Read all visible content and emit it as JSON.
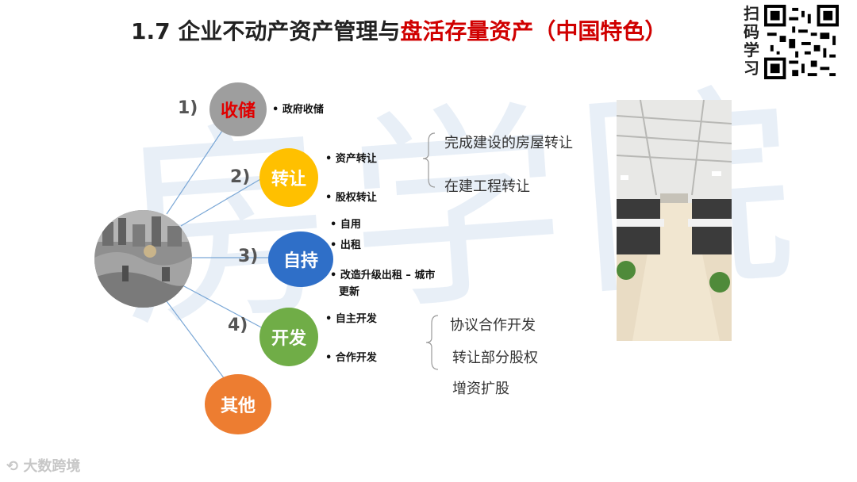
{
  "title": {
    "main": "1.7 企业不动产资产管理与",
    "highlight": "盘活存量资产（中国特色）"
  },
  "qr_label": [
    "扫",
    "码",
    "学",
    "习"
  ],
  "watermark": "房学院",
  "nodes": [
    {
      "id": "storage",
      "num": "1)",
      "label": "收储",
      "color": "#9e9e9e",
      "label_color": "#e00000"
    },
    {
      "id": "transfer",
      "num": "2)",
      "label": "转让",
      "color": "#ffc000",
      "label_color": "#ffffff"
    },
    {
      "id": "hold",
      "num": "3)",
      "label": "自持",
      "color": "#2f6fc8",
      "label_color": "#ffffff"
    },
    {
      "id": "develop",
      "num": "4)",
      "label": "开发",
      "color": "#70ad47",
      "label_color": "#ffffff"
    },
    {
      "id": "other",
      "num": "",
      "label": "其他",
      "color": "#ed7d31",
      "label_color": "#ffffff"
    }
  ],
  "storage_items": [
    "• 政府收储"
  ],
  "transfer_items": [
    "• 资产转让",
    "• 股权转让"
  ],
  "transfer_details": [
    "完成建设的房屋转让",
    "在建工程转让"
  ],
  "hold_items": [
    "• 自用",
    "• 出租",
    "• 改造升级出租 – 城市",
    "更新"
  ],
  "develop_items": [
    "• 自主开发",
    "• 合作开发"
  ],
  "develop_details": [
    "协议合作开发",
    "转让部分股权",
    "增资扩股"
  ],
  "footer": "大数跨境"
}
